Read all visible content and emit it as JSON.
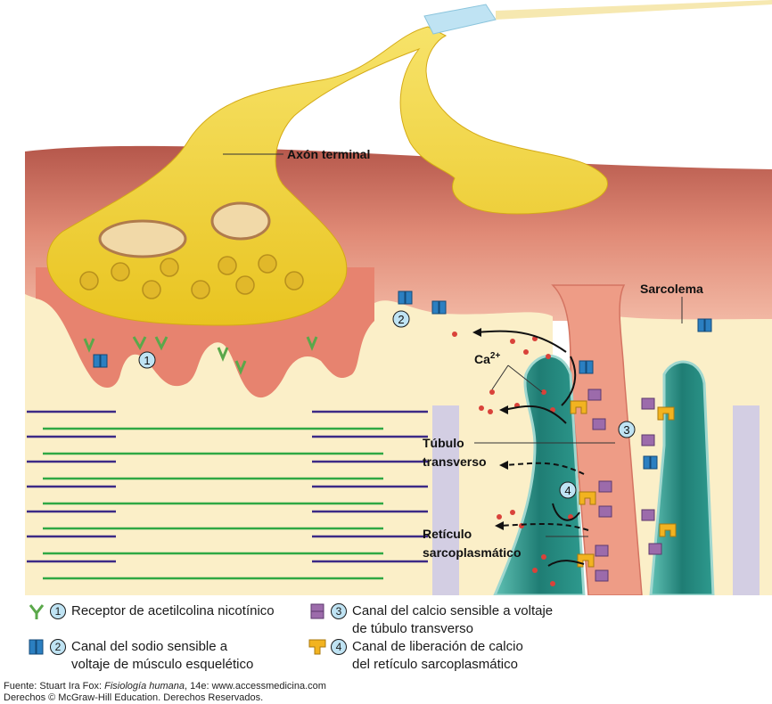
{
  "labels": {
    "axon_terminal": "Axón terminal",
    "sarcolemma": "Sarcolema",
    "calcium": "Ca",
    "calcium_sup": "2+",
    "t_tubule_line1": "Túbulo",
    "t_tubule_line2": "transverso",
    "sr_line1": "Retículo",
    "sr_line2": "sarcoplasmático"
  },
  "markers": {
    "one": "1",
    "two": "2",
    "three": "3",
    "four": "4"
  },
  "legend": [
    {
      "num": "1",
      "icon": "acetylcholine-receptor-icon",
      "text": "Receptor de acetilcolina nicotínico"
    },
    {
      "num": "2",
      "icon": "sodium-channel-icon",
      "text": "Canal del sodio sensible a\nvoltaje de músculo esquelético"
    },
    {
      "num": "3",
      "icon": "calcium-channel-icon",
      "text": "Canal del calcio sensible a voltaje\nde túbulo transverso"
    },
    {
      "num": "4",
      "icon": "calcium-release-channel-icon",
      "text": "Canal de liberación de calcio\ndel retículo sarcoplasmático"
    }
  ],
  "footer": {
    "source_prefix": "Fuente: Stuart Ira Fox: ",
    "source_title": "Fisiología humana",
    "source_suffix": ", 14e: www.accessmedicina.com",
    "rights": "Derechos © McGraw-Hill Education. Derechos Reservados."
  },
  "colors": {
    "axon": "#f2d42a",
    "muscle_top": "#d9786a",
    "sarcoplasm": "#fbefc8",
    "sr": "#2a8f86",
    "t_tubule": "#ef9a84",
    "sodium_channel": "#2b7fc1",
    "calcium_channel": "#9c6bab",
    "release_channel": "#f2b320",
    "receptor": "#5aa84a"
  }
}
